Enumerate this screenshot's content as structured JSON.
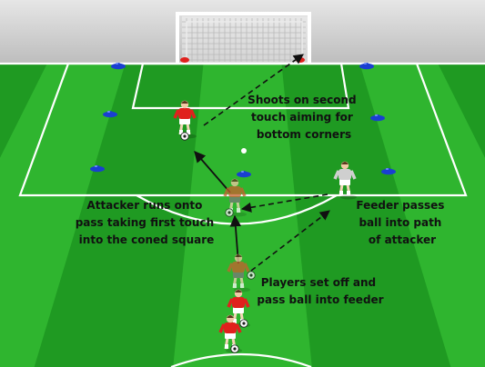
{
  "annotations": {
    "shot": [
      "Shoots on second",
      "touch aiming for",
      "bottom corners"
    ],
    "attacker": [
      "Attacker runs onto",
      "pass taking first touch",
      "into the coned square"
    ],
    "feeder": [
      "Feeder passes",
      "ball into path",
      "of attacker"
    ],
    "setoff": [
      "Players set off and",
      "pass ball into feeder"
    ]
  },
  "colors": {
    "sky": "#d3d3d3",
    "pitch_light": "#2fb52f",
    "pitch_dark": "#1f9a22",
    "lines": "#ffffff",
    "cones": "#1a3fd1",
    "team_shirt": "#e0211d",
    "attacker_shirt": "#c8602e",
    "feeder_shirt": "#cfcfcf"
  },
  "icons": {
    "goal": "goal-icon",
    "cone": "cone-icon",
    "player": "player-icon",
    "ball": "ball-icon"
  }
}
